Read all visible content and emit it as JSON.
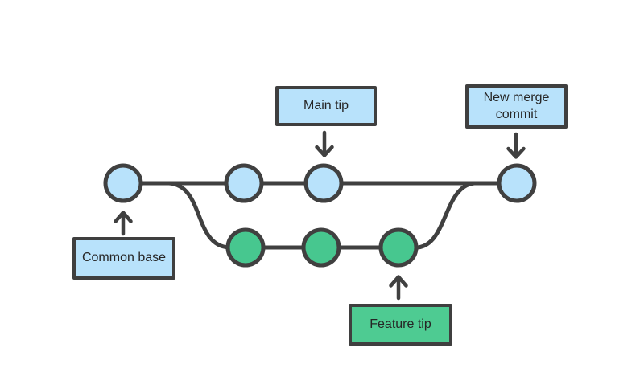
{
  "diagram": {
    "type": "git-branch-merge-illustration",
    "labels": {
      "main_tip": "Main tip",
      "new_merge_commit": "New merge commit",
      "common_base": "Common base",
      "feature_tip": "Feature tip"
    },
    "colors": {
      "main_commit_fill": "#b8e2fb",
      "feature_commit_fill": "#47c78f",
      "main_label_fill": "#b8e2fb",
      "feature_label_fill": "#4ecb92",
      "line_stroke": "#404040",
      "text": "#262626",
      "background": "#ffffff"
    },
    "structure": {
      "main_branch_commit_count": 4,
      "feature_branch_commit_count": 3,
      "edges": [
        "main line from common base to new merge commit",
        "feature branch forks down after common base",
        "feature branch merges up into new merge commit"
      ],
      "annotations": [
        {
          "label": "Common base",
          "points_to": "first main commit",
          "direction": "up"
        },
        {
          "label": "Main tip",
          "points_to": "third main commit",
          "direction": "down"
        },
        {
          "label": "Feature tip",
          "points_to": "last feature commit",
          "direction": "up"
        },
        {
          "label": "New merge commit",
          "points_to": "last main commit",
          "direction": "down"
        }
      ]
    }
  }
}
